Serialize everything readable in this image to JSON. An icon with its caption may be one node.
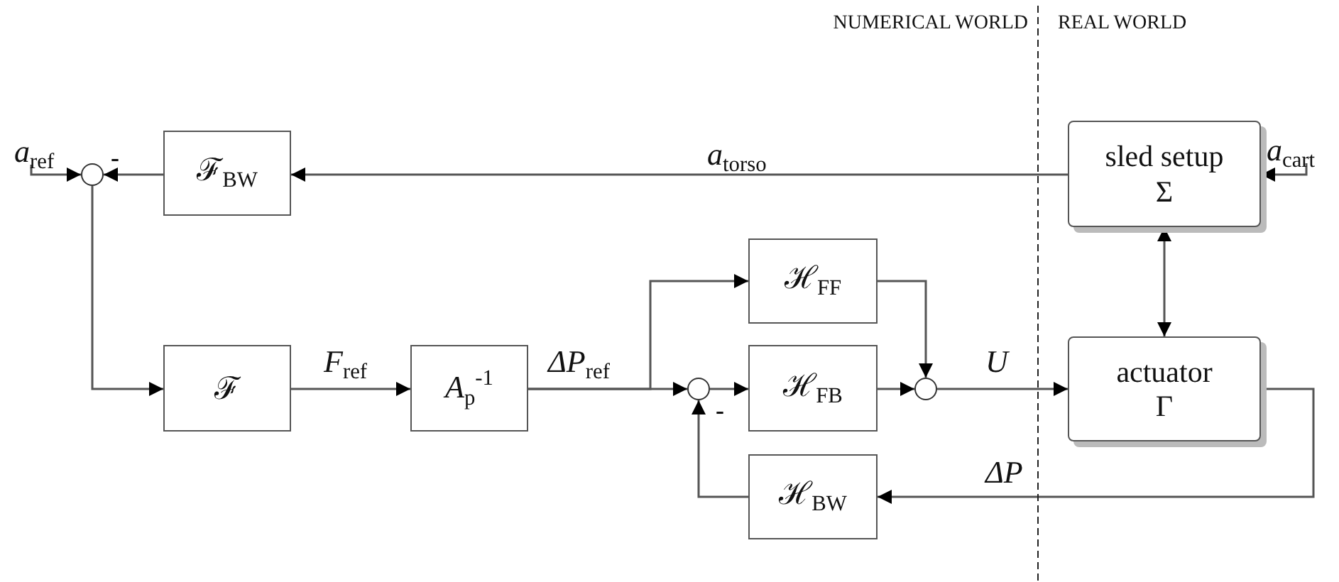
{
  "diagram": {
    "nodes": [
      {
        "text": [
          "a$_{ref}$"
        ]
      },
      {
        "text": [],
        "shape": "circle"
      },
      {
        "text": [
          "ℱ$_{BW}$"
        ]
      },
      {
        "text": [
          "sled setup",
          "Σ"
        ]
      },
      {
        "text": [
          "a$_{cart}$"
        ]
      },
      {
        "text": [
          "ℱ"
        ]
      },
      {
        "text": [
          "*A*$_{p}$$^{-1}$"
        ]
      },
      {
        "text": [
          "ℋ$_{FF}$"
        ]
      },
      {
        "text": [],
        "shape": "circle"
      },
      {
        "text": [
          "ℋ$_{FB}$"
        ]
      },
      {
        "text": [],
        "shape": "circle"
      },
      {
        "text": [
          "actuator",
          "Γ"
        ]
      },
      {
        "text": [
          "ℋ$_{BW}$"
        ]
      }
    ],
    "edges": [
      {
        "from": 0,
        "to": 1,
        "arrow": "to"
      },
      {
        "from": 2,
        "to": 1,
        "arrow": "to"
      },
      {
        "from": 3,
        "to": 2,
        "arrow": "to",
        "label": "a$_{torso}$"
      },
      {
        "from": 4,
        "to": 3,
        "arrow": "to"
      },
      {
        "from": 1,
        "to": 5,
        "arrow": "to"
      },
      {
        "from": 5,
        "to": 6,
        "arrow": "to",
        "label": "F$_{ref}$"
      },
      {
        "from": 6,
        "to": 7,
        "arrow": "to",
        "label": "ΔP$_{ref}$"
      },
      {
        "from": 6,
        "to": 8,
        "arrow": "to"
      },
      {
        "from": 8,
        "to": 9,
        "arrow": "to"
      },
      {
        "from": 7,
        "to": 10,
        "arrow": "to"
      },
      {
        "from": 9,
        "to": 10,
        "arrow": "to"
      },
      {
        "from": 10,
        "to": 11,
        "arrow": "to",
        "label": "U"
      },
      {
        "from": 3,
        "to": 11,
        "arrow": "both"
      },
      {
        "from": 11,
        "to": 12,
        "arrow": "to",
        "label": "ΔP"
      },
      {
        "from": 12,
        "to": 8,
        "arrow": "to"
      }
    ],
    "labels": [
      "NUMERICAL WORLD",
      "REAL WORLD",
      "-",
      "-"
    ]
  }
}
